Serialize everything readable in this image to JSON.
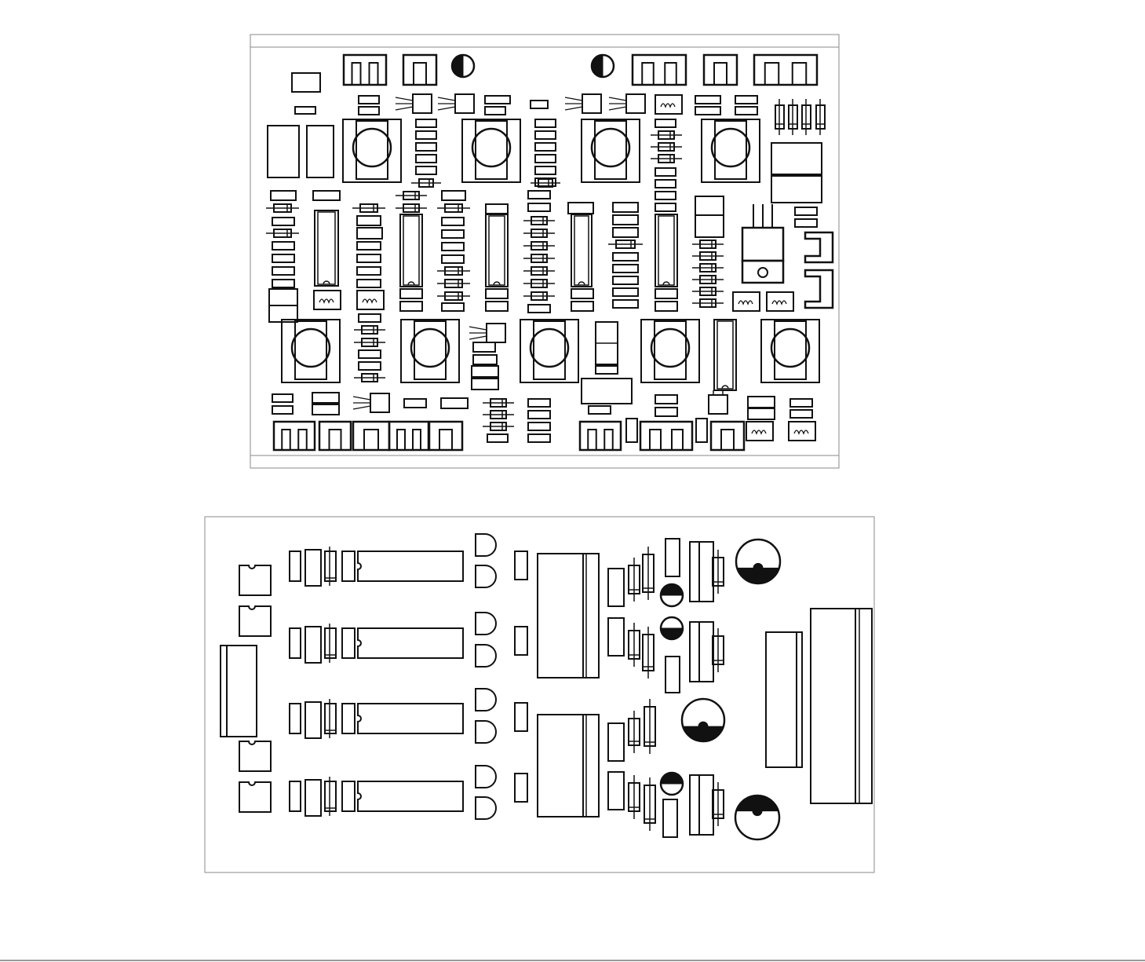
{
  "diagram": {
    "kind": "pcb-component-layout",
    "boards": [
      {
        "id": "upper-board"
      },
      {
        "id": "lower-board"
      }
    ],
    "colors": {
      "ink": "#111111",
      "board_outline": "#888888",
      "background": "#ffffff"
    }
  }
}
